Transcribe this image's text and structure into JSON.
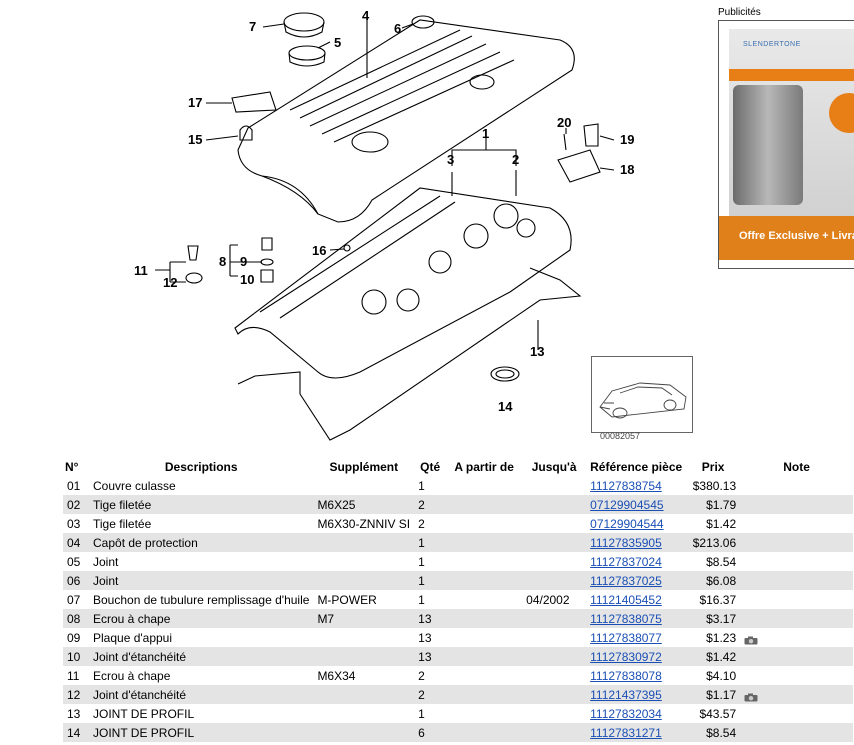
{
  "ad": {
    "label": "Publicités",
    "brand": "SLENDERTONE",
    "cta": "Offre Exclusive + Livraison"
  },
  "diagram": {
    "callouts": [
      "1",
      "2",
      "3",
      "4",
      "5",
      "6",
      "7",
      "8",
      "9",
      "10",
      "11",
      "12",
      "13",
      "14",
      "15",
      "16",
      "17",
      "18",
      "19",
      "20"
    ],
    "thumbnail_code": "00082057"
  },
  "table": {
    "headers": [
      "N°",
      "Descriptions",
      "Supplément",
      "Qté",
      "A partir de",
      "Jusqu'à",
      "Référence pièce",
      "Prix",
      "Note"
    ],
    "rows": [
      {
        "n": "01",
        "desc": "Couvre culasse",
        "supp": "",
        "qty": "1",
        "from": "",
        "to": "",
        "ref": "11127838754",
        "price": "$380.13",
        "cam": false
      },
      {
        "n": "02",
        "desc": "Tige filetée",
        "supp": "M6X25",
        "qty": "2",
        "from": "",
        "to": "",
        "ref": "07129904545",
        "price": "$1.79",
        "cam": false
      },
      {
        "n": "03",
        "desc": "Tige filetée",
        "supp": "M6X30-ZNNIV SI",
        "qty": "2",
        "from": "",
        "to": "",
        "ref": "07129904544",
        "price": "$1.42",
        "cam": false
      },
      {
        "n": "04",
        "desc": "Capôt de protection",
        "supp": "",
        "qty": "1",
        "from": "",
        "to": "",
        "ref": "11127835905",
        "price": "$213.06",
        "cam": false
      },
      {
        "n": "05",
        "desc": "Joint",
        "supp": "",
        "qty": "1",
        "from": "",
        "to": "",
        "ref": "11127837024",
        "price": "$8.54",
        "cam": false
      },
      {
        "n": "06",
        "desc": "Joint",
        "supp": "",
        "qty": "1",
        "from": "",
        "to": "",
        "ref": "11127837025",
        "price": "$6.08",
        "cam": false
      },
      {
        "n": "07",
        "desc": "Bouchon de tubulure remplissage d'huile",
        "supp": "M-POWER",
        "qty": "1",
        "from": "",
        "to": "04/2002",
        "ref": "11121405452",
        "price": "$16.37",
        "cam": false
      },
      {
        "n": "08",
        "desc": "Ecrou à chape",
        "supp": "M7",
        "qty": "13",
        "from": "",
        "to": "",
        "ref": "11127838075",
        "price": "$3.17",
        "cam": false
      },
      {
        "n": "09",
        "desc": "Plaque d'appui",
        "supp": "",
        "qty": "13",
        "from": "",
        "to": "",
        "ref": "11127838077",
        "price": "$1.23",
        "cam": true
      },
      {
        "n": "10",
        "desc": "Joint d'étanchéité",
        "supp": "",
        "qty": "13",
        "from": "",
        "to": "",
        "ref": "11127830972",
        "price": "$1.42",
        "cam": false
      },
      {
        "n": "11",
        "desc": "Ecrou à chape",
        "supp": "M6X34",
        "qty": "2",
        "from": "",
        "to": "",
        "ref": "11127838078",
        "price": "$4.10",
        "cam": false
      },
      {
        "n": "12",
        "desc": "Joint d'étanchéité",
        "supp": "",
        "qty": "2",
        "from": "",
        "to": "",
        "ref": "11121437395",
        "price": "$1.17",
        "cam": true
      },
      {
        "n": "13",
        "desc": "JOINT DE PROFIL",
        "supp": "",
        "qty": "1",
        "from": "",
        "to": "",
        "ref": "11127832034",
        "price": "$43.57",
        "cam": false
      },
      {
        "n": "14",
        "desc": "JOINT DE PROFIL",
        "supp": "",
        "qty": "6",
        "from": "",
        "to": "",
        "ref": "11127831271",
        "price": "$8.54",
        "cam": false
      }
    ]
  }
}
